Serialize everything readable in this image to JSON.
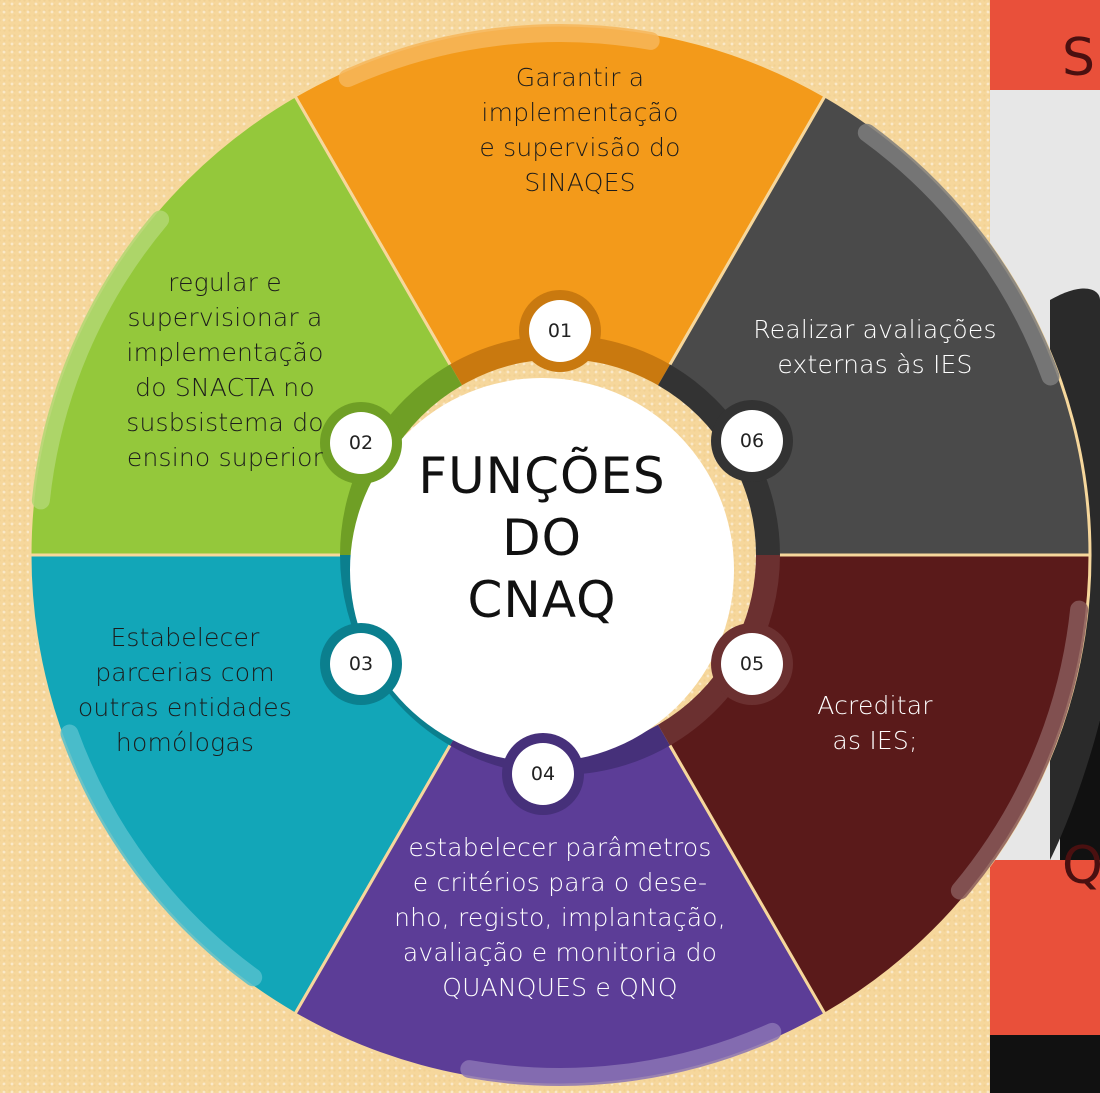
{
  "center": {
    "title": [
      "FUNÇÕES",
      "DO",
      "CNAQ"
    ]
  },
  "segments": [
    {
      "num": "01",
      "text": "Garantir a\nimplementação\ne supervisão do\nSINAQES",
      "color": "#f39a1a",
      "ring": "#c9790f"
    },
    {
      "num": "02",
      "text": "regular e\nsupervisionar a\nimplementação\ndo SNACTA no\nsusbsistema do\nensino superior",
      "color": "#94c83b",
      "ring": "#6f9f25"
    },
    {
      "num": "03",
      "text": "Estabelecer\nparcerias com\noutras entidades\nhomólogas",
      "color": "#12a6b8",
      "ring": "#0b7f8e"
    },
    {
      "num": "04",
      "text": "estabelecer parâmetros\ne critérios para o dese-\nnho, registo, implantação,\navaliação e monitoria do\nQUANQUES e QNQ",
      "color": "#5c3d97",
      "ring": "#46307a"
    },
    {
      "num": "05",
      "text": "Acreditar\nas IES;",
      "color": "#5a1a1a",
      "ring": "#6b3030"
    },
    {
      "num": "06",
      "text": "Realizar avaliações\nexternas às IES",
      "color": "#4a4a4a",
      "ring": "#333333"
    }
  ],
  "side_panel": {
    "top_letter": "S",
    "bottom_letter": "Q"
  }
}
